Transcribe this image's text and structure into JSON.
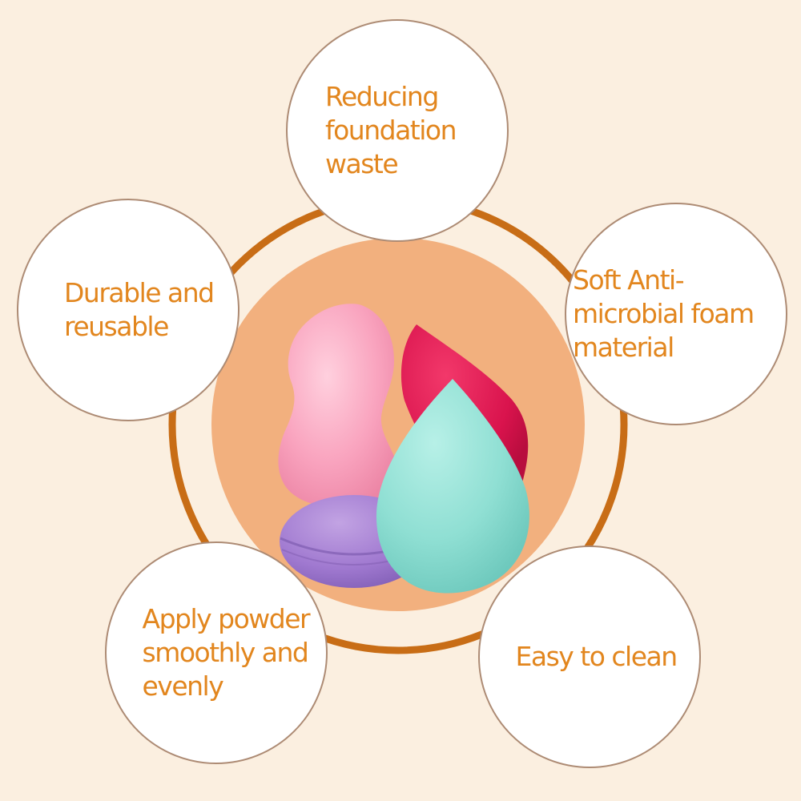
{
  "colors": {
    "background": "#fbefe0",
    "ring": "#c86d16",
    "center_disc": "#f2b07e",
    "text": "#e2861e",
    "circle_border": "#ad8b74"
  },
  "product": {
    "sponges": [
      "pink-gourd-sponge",
      "magenta-cut-sponge",
      "purple-round-sponge",
      "teal-teardrop-sponge"
    ]
  },
  "features": [
    {
      "id": "top",
      "text": "Reducing foundation waste"
    },
    {
      "id": "left",
      "text": "Durable and reusable"
    },
    {
      "id": "right",
      "text": "Soft Anti-microbial foam material"
    },
    {
      "id": "bottom_left",
      "text": "Apply powder smoothly and evenly"
    },
    {
      "id": "bottom_right",
      "text": "Easy to clean"
    }
  ]
}
